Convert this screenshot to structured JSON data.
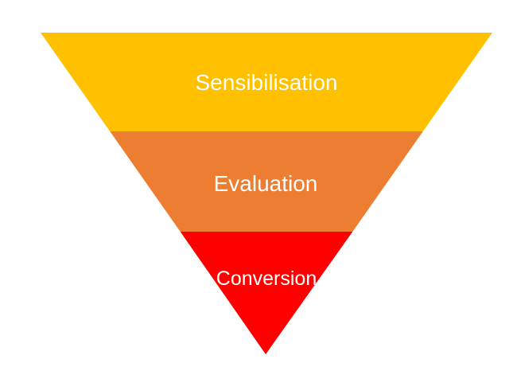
{
  "funnel": {
    "type": "inverted-pyramid",
    "background": "#ffffff",
    "text_color": "#ffffff",
    "stages": [
      {
        "label": "Sensibilisation",
        "color": "#FFC000"
      },
      {
        "label": "Evaluation",
        "color": "#ED7D31"
      },
      {
        "label": "Conversion",
        "color": "#FE0000"
      }
    ]
  }
}
